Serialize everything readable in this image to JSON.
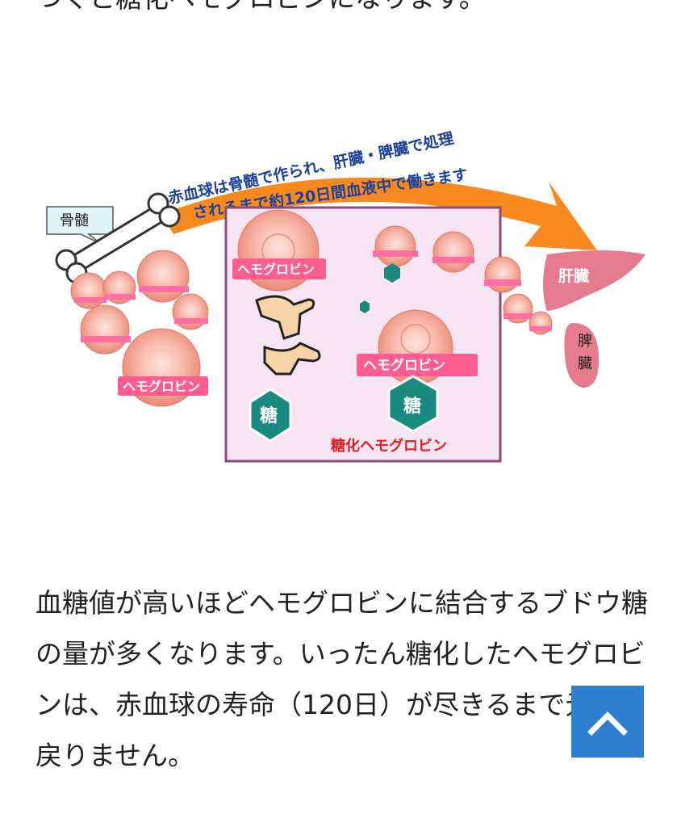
{
  "article": {
    "top_text": "つくと糖化ヘモグロビンになります。",
    "paragraph": "血糖値が高いほどヘモグロビンに結合するブドウ糖の量が多くなります。いったん糖化したヘモグロビンは、赤血球の寿命（120日）が尽きるまで元には戻りません。"
  },
  "figure": {
    "arrow_line1": "赤血球は骨髄で作られ、肝臓・脾臓で処理",
    "arrow_line2": "されるまで約120日間血液中で働きます",
    "bone_label": "骨髄",
    "liver_label": "肝臓",
    "spleen_label_1": "脾",
    "spleen_label_2": "臓",
    "hemoglobin_label": "ヘモグロビン",
    "sugar_label": "糖",
    "glycated_label": "糖化ヘモグロビン"
  },
  "scroll_top": {
    "icon": "chevron-up-icon",
    "color": "#2f7fd1"
  }
}
